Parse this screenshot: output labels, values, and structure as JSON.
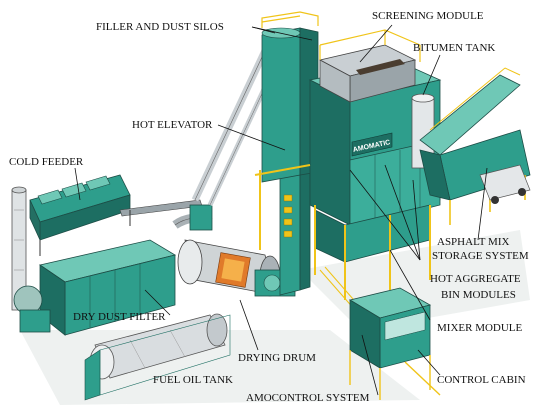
{
  "labels": {
    "filler_and_dust_silos": "FILLER AND DUST SILOS",
    "screening_module": "SCREENING MODULE",
    "bitumen_tank": "BITUMEN TANK",
    "hot_elevator": "HOT ELEVATOR",
    "cold_feeder": "COLD FEEDER",
    "asphalt_mix_storage_line1": "ASPHALT MIX",
    "asphalt_mix_storage_line2": "STORAGE SYSTEM",
    "hot_aggregate_line1": "HOT AGGREGATE",
    "hot_aggregate_line2": "BIN MODULES",
    "dry_dust_filter": "DRY DUST FILTER",
    "mixer_module": "MIXER MODULE",
    "drying_drum": "DRYING DRUM",
    "fuel_oil_tank": "FUEL OIL TANK",
    "amocontrol_system": "AMOCONTROL SYSTEM",
    "control_cabin": "CONTROL CABIN"
  },
  "plant_sign": "AMOMATIC",
  "colors": {
    "teal": "#2e9e8c",
    "teal_light": "#6fc8b6",
    "teal_dark": "#1d6e62",
    "yellow": "#f0c419",
    "steel": "#c9cfd3",
    "steel_dark": "#8a9399"
  }
}
